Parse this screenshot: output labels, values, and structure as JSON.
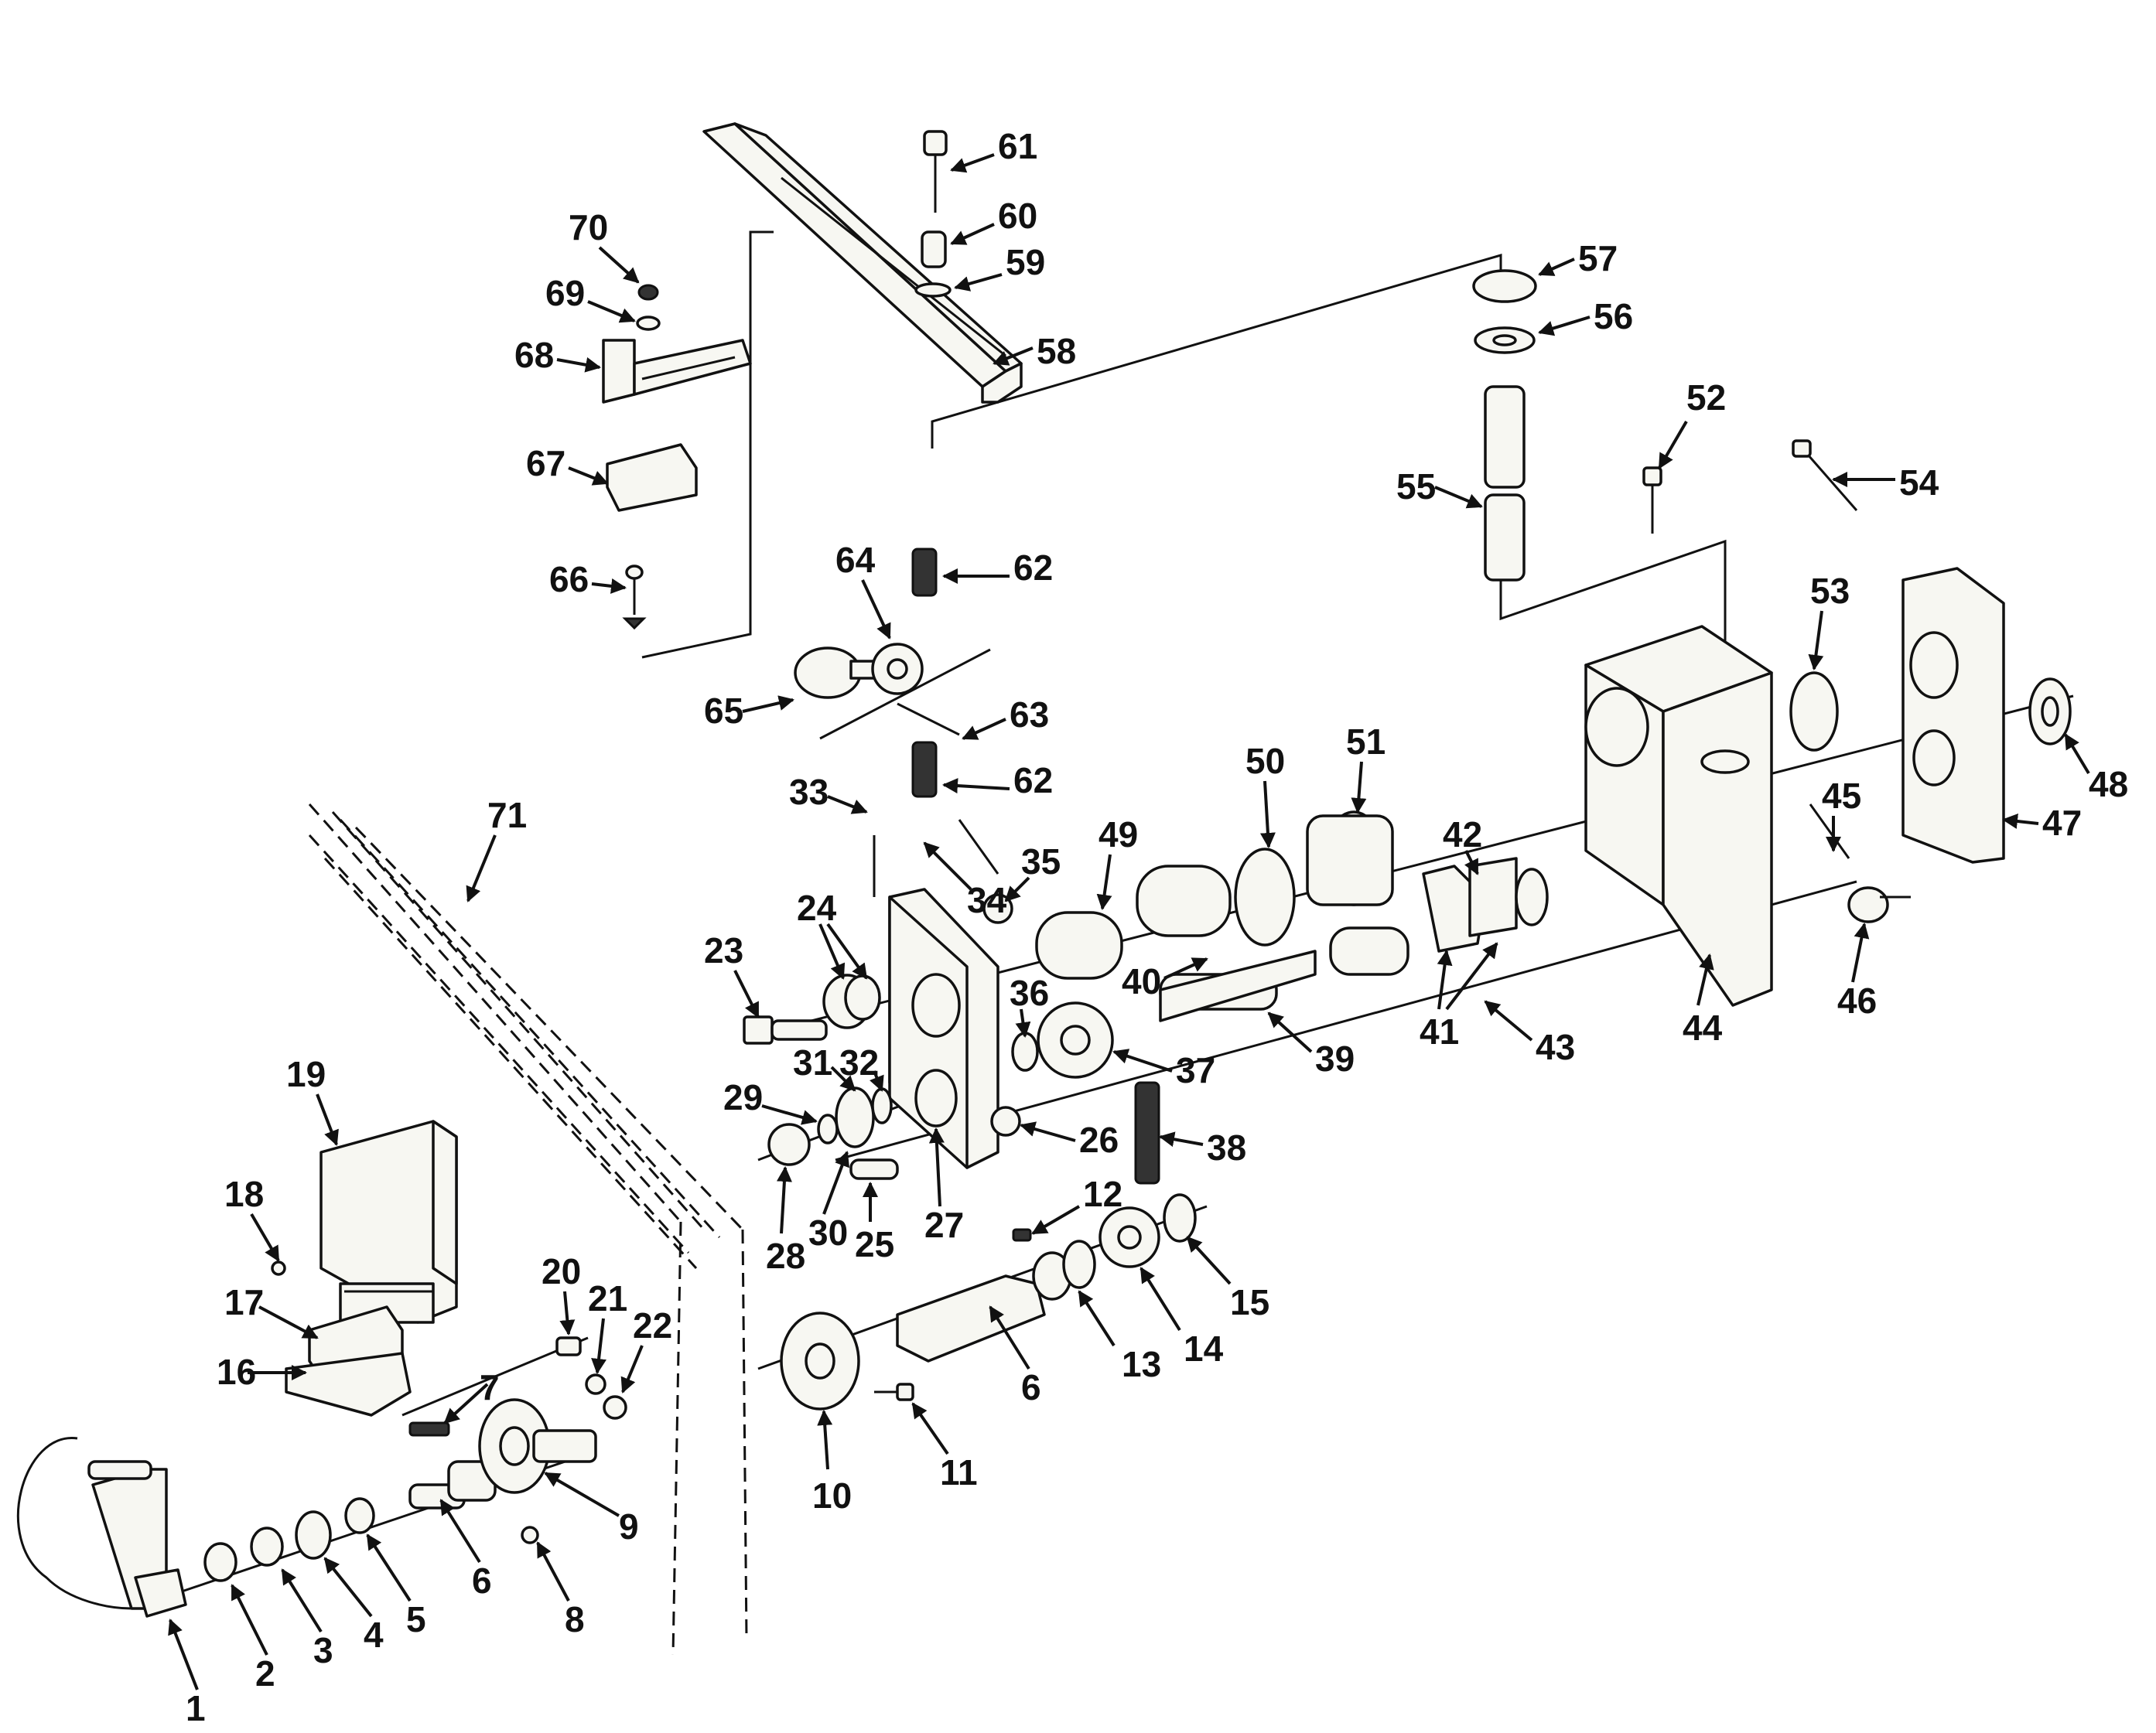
{
  "diagram": {
    "labels": [
      "1",
      "2",
      "3",
      "4",
      "5",
      "6",
      "7",
      "8",
      "9",
      "10",
      "11",
      "12",
      "13",
      "14",
      "15",
      "16",
      "17",
      "18",
      "19",
      "20",
      "21",
      "22",
      "23",
      "24",
      "25",
      "26",
      "27",
      "28",
      "29",
      "30",
      "31",
      "32",
      "33",
      "34",
      "35",
      "36",
      "37",
      "38",
      "39",
      "40",
      "41",
      "42",
      "43",
      "44",
      "45",
      "46",
      "47",
      "48",
      "49",
      "50",
      "51",
      "52",
      "53",
      "54",
      "55",
      "56",
      "57",
      "58",
      "59",
      "60",
      "61",
      "62",
      "63",
      "64",
      "65",
      "66",
      "67",
      "68",
      "69",
      "70",
      "71"
    ],
    "dup_labels": {
      "6": "6",
      "62": "62"
    }
  }
}
